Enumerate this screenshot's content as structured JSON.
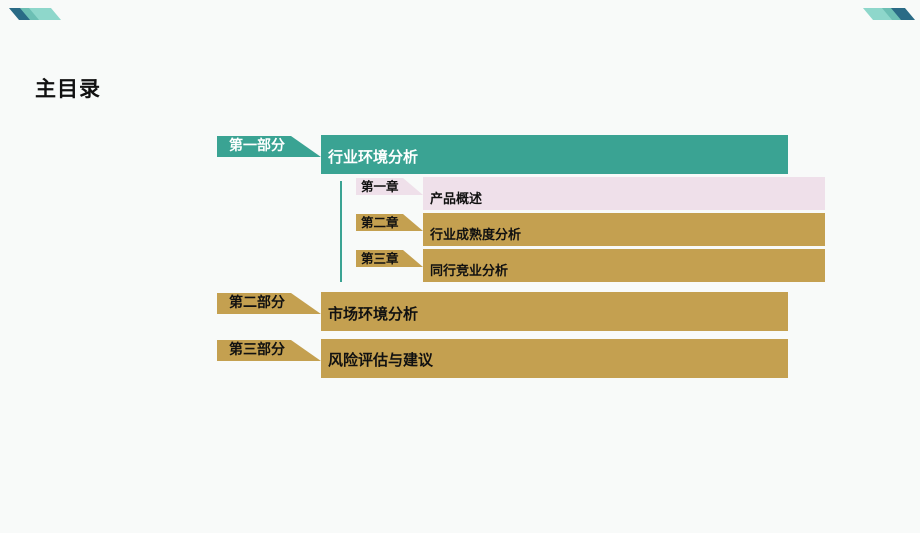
{
  "title": "主目录",
  "colors": {
    "teal": "#3aa393",
    "gold": "#c4a050",
    "pink": "#efe0ea",
    "deco_dark": "#2a6b86",
    "deco_mid": "#6cbfb4",
    "deco_light": "#8ed7cb"
  },
  "toc": {
    "parts": [
      {
        "tag": "第一部分",
        "label": "行业环境分析",
        "style": "teal"
      },
      {
        "tag": "第二部分",
        "label": "市场环境分析",
        "style": "gold"
      },
      {
        "tag": "第三部分",
        "label": "风险评估与建议",
        "style": "gold"
      }
    ],
    "chapters": [
      {
        "tag": "第一章",
        "label": "产品概述",
        "style": "pink"
      },
      {
        "tag": "第二章",
        "label": "行业成熟度分析",
        "style": "gold"
      },
      {
        "tag": "第三章",
        "label": "同行竞业分析",
        "style": "gold"
      }
    ]
  }
}
